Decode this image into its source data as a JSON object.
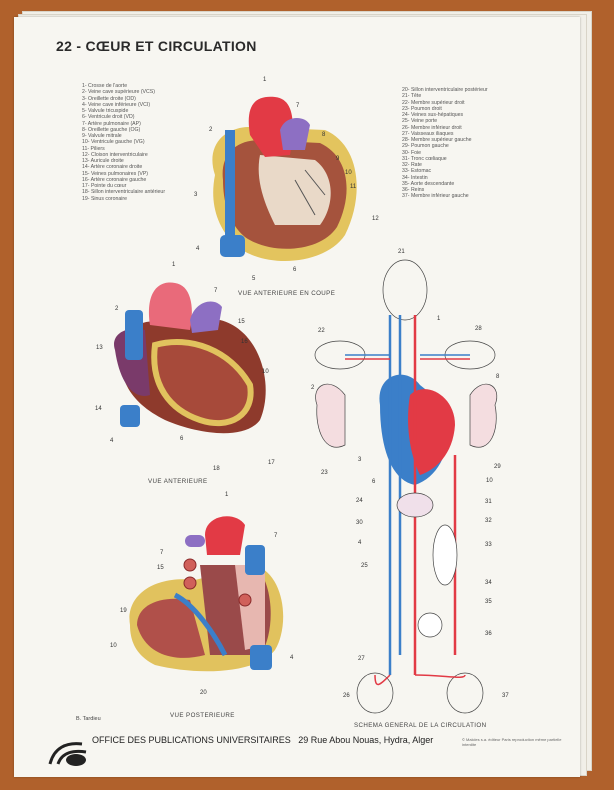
{
  "title": "22 - CŒUR ET CIRCULATION",
  "legend_left": [
    "1- Crosse de l'aorte",
    "2- Veine cave supérieure (VCS)",
    "3- Oreillette droite (OD)",
    "4- Veine cave inférieure (VCI)",
    "5- Valvule tricuspide",
    "6- Ventricule droit (VD)",
    "7- Artère pulmonaire (AP)",
    "8- Oreillette gauche (OG)",
    "9- Valvule mitrale",
    "10- Ventricule gauche (VG)",
    "11- Piliers",
    "12- Cloison interventriculaire",
    "13- Auricule droite",
    "14- Artère coronaire droite",
    "15- Veines pulmonaires (VP)",
    "16- Artère coronaire gauche",
    "17- Pointe du cœur",
    "18- Sillon interventriculaire antérieur",
    "19- Sinus coronaire"
  ],
  "legend_right": [
    "20- Sillon interventriculaire postérieur",
    "21- Tête",
    "22- Membre supérieur droit",
    "23- Poumon droit",
    "24- Veines sus-hépatiques",
    "25- Veine porte",
    "26- Membre inférieur droit",
    "27- Vaisseaux iliaques",
    "28- Membre supérieur gauche",
    "29- Poumon gauche",
    "30- Foie",
    "31- Tronc cœliaque",
    "32- Rate",
    "33- Estomac",
    "34- Intestin",
    "35- Aorte descendante",
    "36- Reins",
    "37- Membre inférieur gauche"
  ],
  "captions": {
    "coupe": "VUE ANTERIEURE EN COUPE",
    "anterieure": "VUE ANTERIEURE",
    "posterieure": "VUE POSTERIEURE",
    "circulation": "SCHEMA GENERAL DE LA CIRCULATION"
  },
  "labels": {
    "coupe": [
      "1",
      "7",
      "2",
      "8",
      "9",
      "10",
      "11",
      "3",
      "12",
      "4",
      "5",
      "6"
    ],
    "anterieure": [
      "1",
      "2",
      "7",
      "15",
      "16",
      "13",
      "10",
      "14",
      "4",
      "6",
      "18",
      "17"
    ],
    "posterieure": [
      "1",
      "7",
      "7",
      "15",
      "19",
      "10",
      "4",
      "20"
    ],
    "circulation": [
      "21",
      "22",
      "28",
      "1",
      "2",
      "8",
      "23",
      "3",
      "6",
      "29",
      "10",
      "24",
      "31",
      "30",
      "32",
      "4",
      "33",
      "25",
      "34",
      "35",
      "36",
      "27",
      "26",
      "37"
    ]
  },
  "author": "B. Tardieu",
  "publisher_logo": "opu",
  "footer": "OFFICE DES PUBLICATIONS UNIVERSITAIRES   29 Rue Abou Nouas, Hydra, Alger",
  "credit": "© Malcles s.a. éditeur Paris reproduction même partielle interdite",
  "colors": {
    "background": "#b0612c",
    "artery": "#e23a45",
    "vein": "#3b7fc9",
    "muscle": "#8e3a2c",
    "fat": "#e1c25e"
  }
}
